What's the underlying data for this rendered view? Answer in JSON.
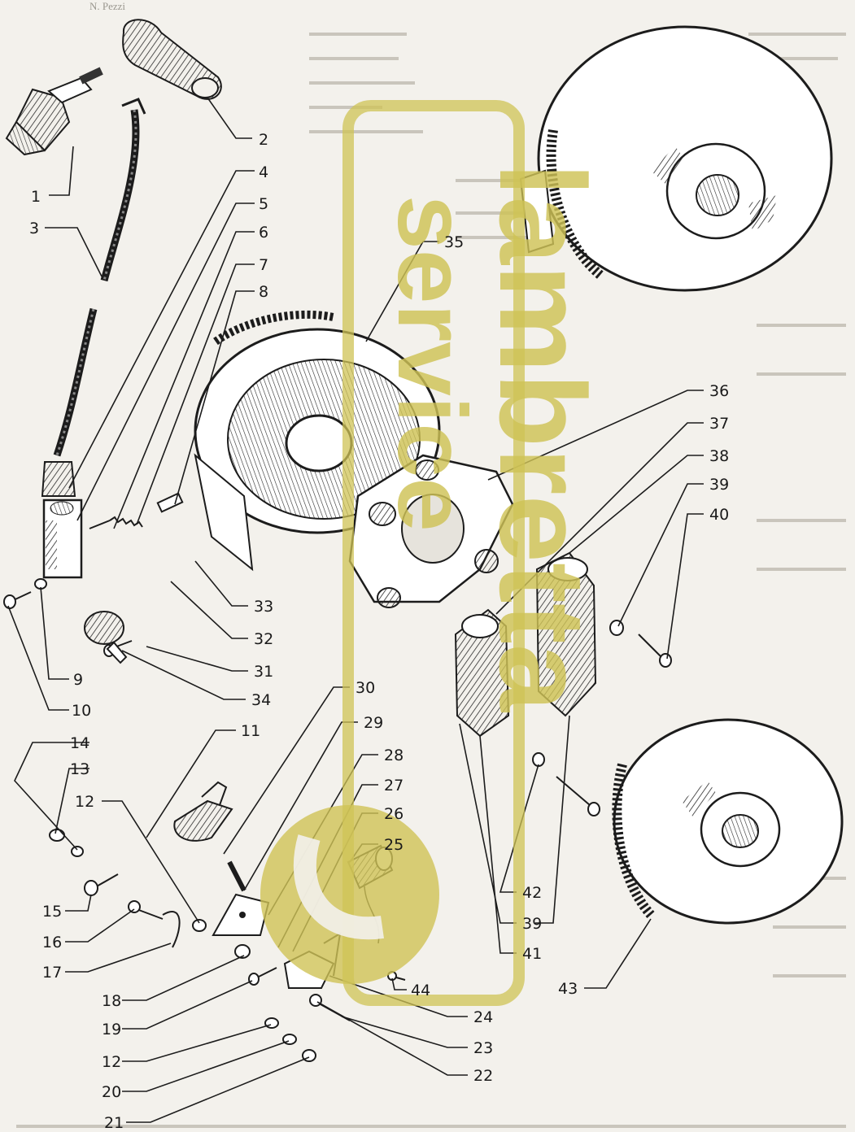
{
  "diagram": {
    "callouts": [
      "1",
      "2",
      "3",
      "4",
      "5",
      "6",
      "7",
      "8",
      "9",
      "10",
      "11",
      "12",
      "13",
      "14",
      "15",
      "16",
      "17",
      "18",
      "19",
      "12",
      "20",
      "21",
      "22",
      "23",
      "24",
      "25",
      "26",
      "27",
      "28",
      "29",
      "30",
      "31",
      "32",
      "33",
      "34",
      "35",
      "36",
      "37",
      "38",
      "39",
      "40",
      "41",
      "39",
      "42",
      "43",
      "44"
    ]
  },
  "watermark": {
    "line1": "lambretta",
    "line2": "service"
  },
  "colors": {
    "paper": "#f3f1ec",
    "ink": "#1c1c1c",
    "watermark": "#cfc356"
  }
}
